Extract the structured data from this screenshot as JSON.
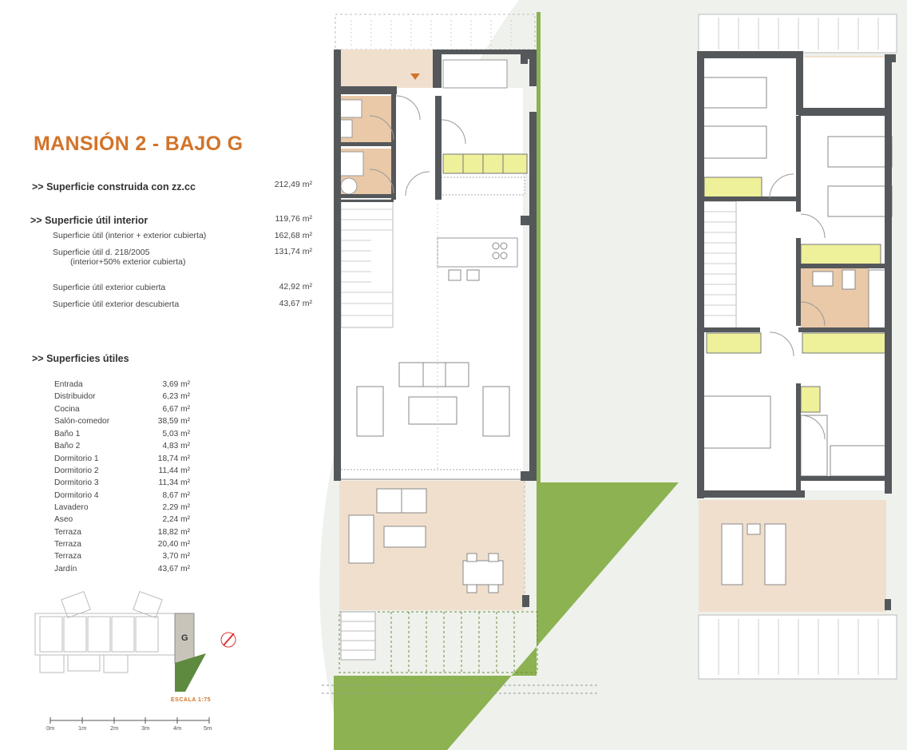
{
  "title": "MANSIÓN 2 - BAJO G",
  "colors": {
    "title": "#d2742a",
    "garden": "#8cb251",
    "wall": "#55585b",
    "wood": "#e9c9a8",
    "terrace": "#f1dfce",
    "yellow": "#eef09a"
  },
  "summary": {
    "construida": {
      "label": ">> Superficie construida con zz.cc",
      "value": "212,49 m²"
    },
    "util_interior": {
      "label": ">> Superficie útil interior",
      "value": "119,76 m²"
    },
    "rows": [
      {
        "label": "Superficie útil (interior + exterior cubierta)",
        "value": "162,68 m²"
      },
      {
        "label": "Superficie útil  d. 218/2005",
        "sub": "(interior+50% exterior cubierta)",
        "value": "131,74 m²"
      },
      {
        "label": "Superficie útil exterior cubierta",
        "value": "42,92 m²"
      },
      {
        "label": "Superficie útil exterior descubierta",
        "value": "43,67 m²"
      }
    ]
  },
  "utiles": {
    "heading": ">> Superficies útiles",
    "items": [
      {
        "name": "Entrada",
        "area": "3,69 m²"
      },
      {
        "name": "Distribuidor",
        "area": "6,23 m²"
      },
      {
        "name": "Cocina",
        "area": "6,67 m²"
      },
      {
        "name": "Salón-comedor",
        "area": "38,59 m²"
      },
      {
        "name": "Baño 1",
        "area": "5,03 m²"
      },
      {
        "name": "Baño 2",
        "area": "4,83 m²"
      },
      {
        "name": "Dormitorio 1",
        "area": "18,74 m²"
      },
      {
        "name": "Dormitorio 2",
        "area": "11,44 m²"
      },
      {
        "name": "Dormitorio 3",
        "area": "11,34 m²"
      },
      {
        "name": "Dormitorio 4",
        "area": "8,67 m²"
      },
      {
        "name": "Lavadero",
        "area": "2,29 m²"
      },
      {
        "name": "Aseo",
        "area": "2,24 m²"
      },
      {
        "name": "Terraza",
        "area": "18,82 m²"
      },
      {
        "name": "Terraza",
        "area": "20,40 m²"
      },
      {
        "name": "Terraza",
        "area": "3,70 m²"
      },
      {
        "name": "Jardín",
        "area": "43,67 m²"
      }
    ]
  },
  "keyplan": {
    "unit_label": "G"
  },
  "scale": {
    "label": "ESCALA 1:75",
    "ticks": [
      "0m",
      "1m",
      "2m",
      "3m",
      "4m",
      "5m"
    ]
  }
}
